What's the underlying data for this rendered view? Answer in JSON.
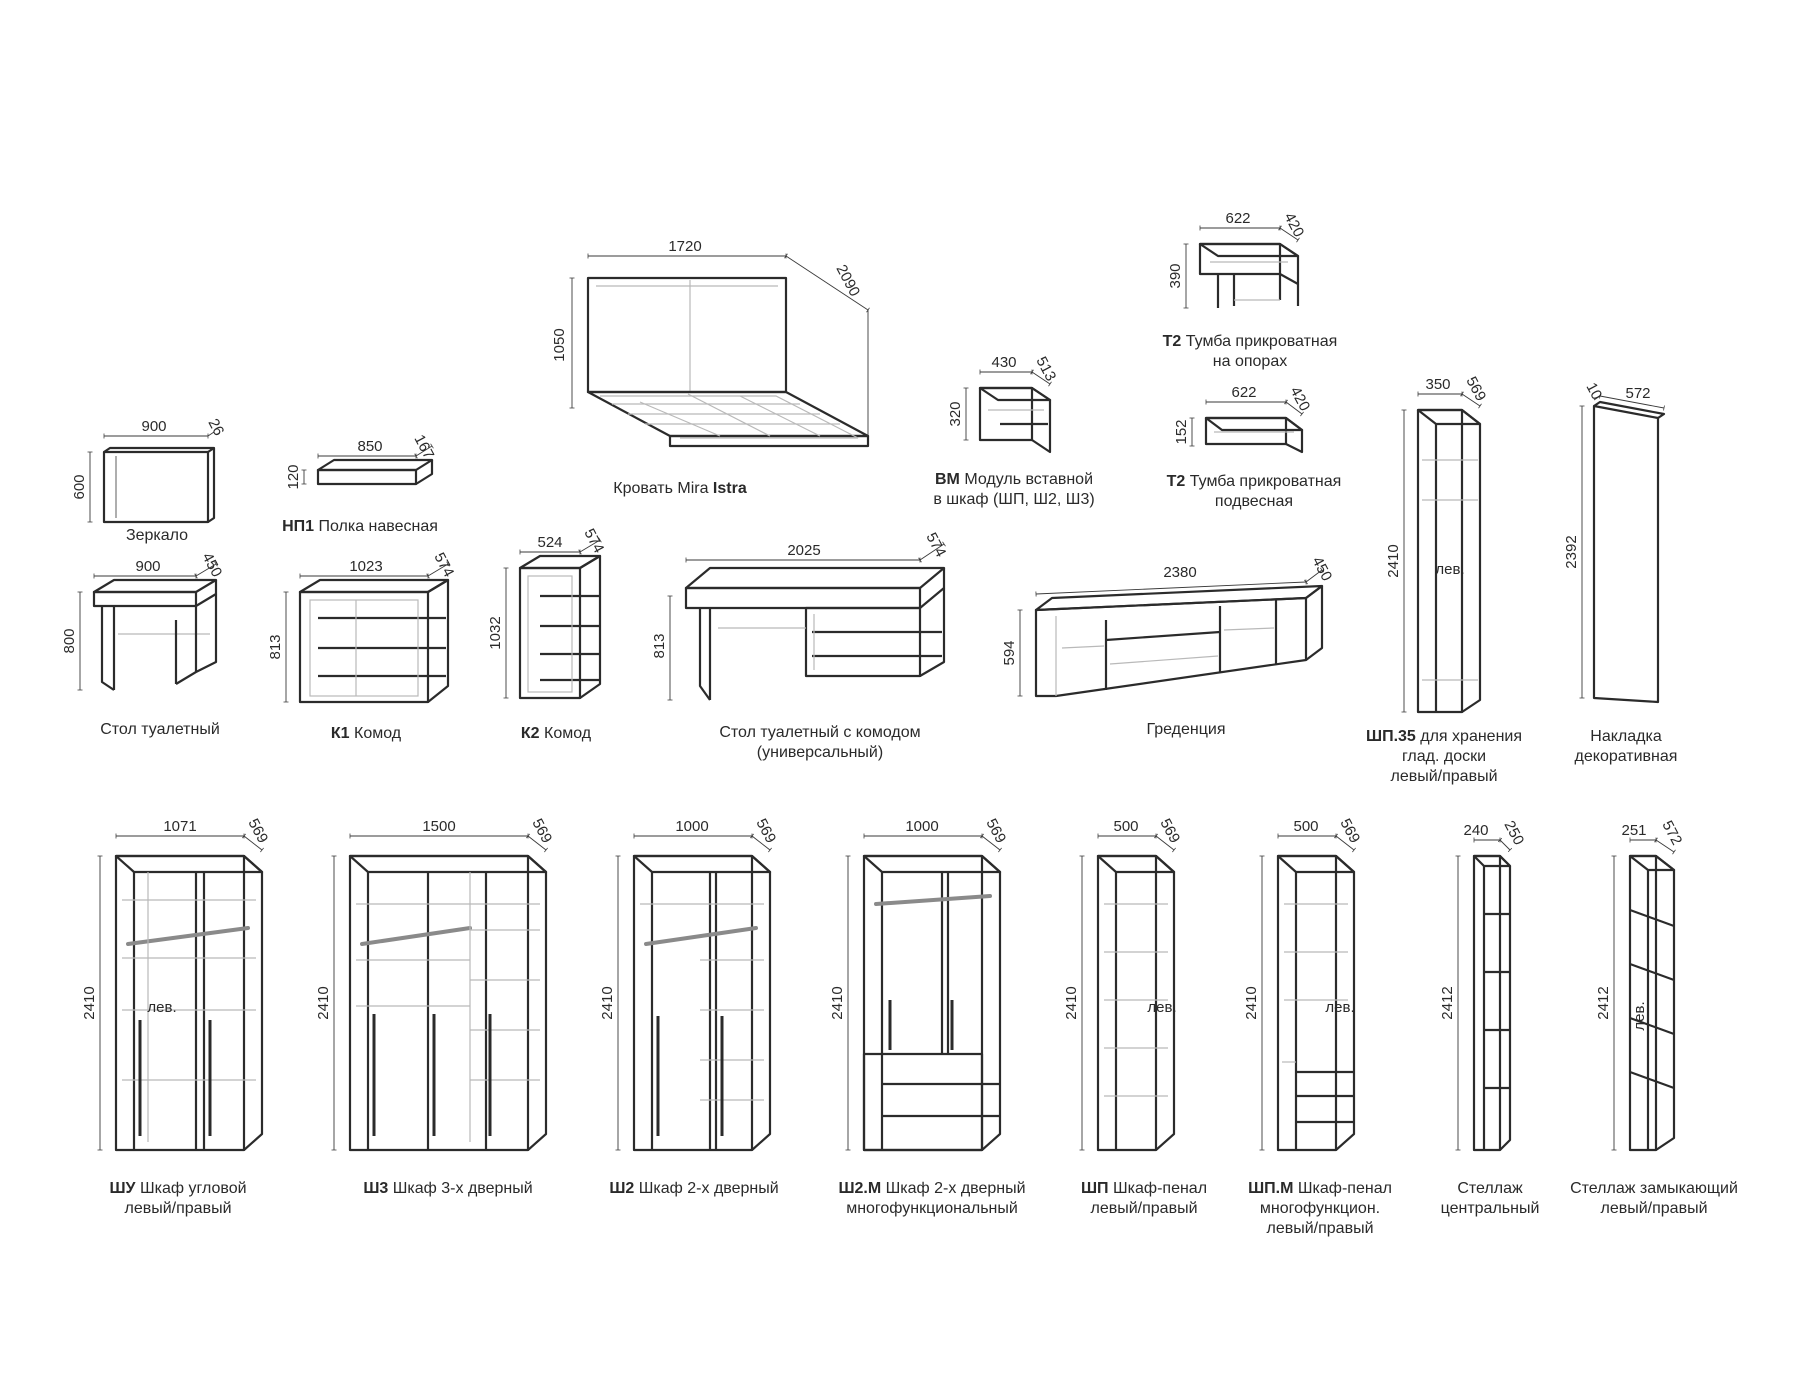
{
  "colors": {
    "line": "#2b2b2b",
    "thin": "#b9b9b9",
    "text": "#2a2a2a"
  },
  "items": {
    "bed": {
      "w": "1720",
      "d": "2090",
      "h": "1050",
      "caption": "Кровать Mira ",
      "caption_bold": "Istra"
    },
    "nightstand_legs": {
      "w": "622",
      "d": "420",
      "h": "390",
      "code": "Т2",
      "line1": " Тумба прикроватная",
      "line2": "на опорах"
    },
    "nightstand_hanging": {
      "w": "622",
      "d": "420",
      "h": "152",
      "code": "Т2",
      "line1": " Тумба прикроватная",
      "line2": "подвесная"
    },
    "insert_module": {
      "w": "430",
      "d": "513",
      "h": "320",
      "code": "ВМ",
      "line1": " Модуль вставной",
      "line2": "в шкаф (ШП, Ш2, Ш3)"
    },
    "mirror": {
      "w": "900",
      "d": "26",
      "h": "600",
      "caption": "Зеркало"
    },
    "shelf": {
      "w": "850",
      "d": "167",
      "h": "120",
      "code": "НП1",
      "caption": " Полка навесная"
    },
    "dressing_table": {
      "w": "900",
      "d": "450",
      "h": "800",
      "caption": "Стол туалетный"
    },
    "chest_k1": {
      "w": "1023",
      "d": "574",
      "h": "813",
      "code": "К1",
      "caption": " Комод"
    },
    "chest_k2": {
      "w": "524",
      "d": "574",
      "h": "1032",
      "code": "К2",
      "caption": " Комод"
    },
    "table_chest": {
      "w": "2025",
      "d": "574",
      "h": "813",
      "line1": "Стол туалетный с комодом",
      "line2": "(универсальный)"
    },
    "sideboard": {
      "w": "2380",
      "d": "450",
      "h": "594",
      "caption": "Греденция"
    },
    "ironing": {
      "w": "350",
      "d": "569",
      "h": "2410",
      "label": "лев.",
      "code": "ШП.35",
      "line1": " для хранения",
      "line2": "глад. доски",
      "line3": "левый/правый"
    },
    "overlay": {
      "w": "572",
      "d": "10",
      "h": "2392",
      "line1": "Накладка",
      "line2": "декоративная"
    },
    "wardrobe_shu": {
      "w": "1071",
      "d": "569",
      "h": "2410",
      "label": "лев.",
      "code": "ШУ",
      "line1": " Шкаф угловой",
      "line2": "левый/правый"
    },
    "wardrobe_sh3": {
      "w": "1500",
      "d": "569",
      "h": "2410",
      "code": "Ш3",
      "line1": " Шкаф 3-х дверный"
    },
    "wardrobe_sh2": {
      "w": "1000",
      "d": "569",
      "h": "2410",
      "code": "Ш2",
      "line1": " Шкаф 2-х дверный"
    },
    "wardrobe_sh2m": {
      "w": "1000",
      "d": "569",
      "h": "2410",
      "code": "Ш2.М",
      "line1": " Шкаф 2-х дверный",
      "line2": "многофункциональный"
    },
    "pencil_shp": {
      "w": "500",
      "d": "569",
      "h": "2410",
      "label": "лев.",
      "code": "ШП",
      "line1": " Шкаф-пенал",
      "line2": "левый/правый"
    },
    "pencil_shpm": {
      "w": "500",
      "d": "569",
      "h": "2410",
      "label": "лев.",
      "code": "ШП.М",
      "line1": " Шкаф-пенал",
      "line2": "многофункцион.",
      "line3": "левый/правый"
    },
    "rack_central": {
      "w": "240",
      "d": "250",
      "h": "2412",
      "line1": "Стеллаж",
      "line2": "центральный"
    },
    "rack_end": {
      "w": "251",
      "d": "572",
      "h": "2412",
      "label": "лев.",
      "line1": "Стеллаж замыкающий",
      "line2": "левый/правый"
    }
  }
}
